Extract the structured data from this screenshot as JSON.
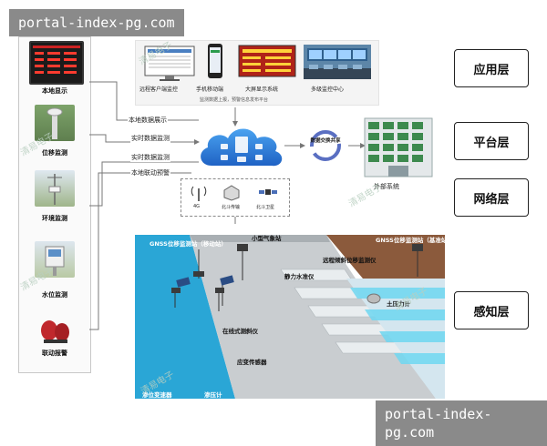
{
  "overlays": {
    "top_url": "portal-index-pg.com",
    "bottom_url": "portal-index-pg.com"
  },
  "layers": {
    "application": "应用层",
    "platform": "平台层",
    "network": "网络层",
    "perception": "感知层"
  },
  "left_devices": [
    {
      "label": "本地显示",
      "icon": "led-display-icon"
    },
    {
      "label": "位移监测",
      "icon": "displacement-monitor-icon"
    },
    {
      "label": "环境监测",
      "icon": "weather-station-icon"
    },
    {
      "label": "水位监测",
      "icon": "water-level-icon"
    },
    {
      "label": "联动报警",
      "icon": "alarm-siren-icon"
    }
  ],
  "application": {
    "items": [
      {
        "label": "远程客户端监控",
        "icon": "monitor-icon"
      },
      {
        "label": "手机移动端",
        "icon": "phone-icon"
      },
      {
        "label": "大屏显示系统",
        "icon": "big-screen-icon"
      },
      {
        "label": "多级监控中心",
        "icon": "control-center-icon"
      }
    ],
    "upload_note": "监测数据上报，预警信息发布平台"
  },
  "links": {
    "local_display": "本地数据展示",
    "realtime_1": "实时数据监测",
    "realtime_2": "实时数据监测",
    "linkage": "本地联动预警"
  },
  "platform": {
    "exchange": "数据交换共享",
    "external": "外部系统"
  },
  "network": {
    "items": [
      "4G",
      "北斗传输",
      "北斗卫星"
    ]
  },
  "scene": {
    "gnss_mobile": "GNSS位移监测站（移动站）",
    "weather_small": "小型气象站",
    "gnss_base": "GNSS位移监测站（基准站）",
    "inclinometer_remote": "远程倾斜位移监测仪",
    "hydrostatic_level": "静力水准仪",
    "earth_pressure": "土压力计",
    "inclinometer_inline": "在线式测斜仪",
    "strain_sensor": "应变传感器",
    "water_level_meter": "渗位变速器",
    "seepage": "渗压计"
  },
  "watermarks": [
    "清易电子",
    "清易电子",
    "清易电子",
    "清易电子",
    "清易电子",
    "清易电子"
  ],
  "colors": {
    "water_blue": "#2aa6d6",
    "cloud_blue": "#2c7fd8",
    "arrow": "#777777"
  }
}
